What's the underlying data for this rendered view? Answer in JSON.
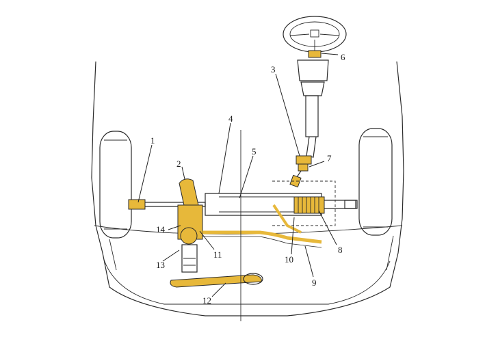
{
  "colors": {
    "highlight": "#e7b83a",
    "highlight_dark": "#c8951c",
    "line": "#2a2a2a",
    "background": "#ffffff"
  },
  "callouts": [
    {
      "id": "1",
      "label": "1"
    },
    {
      "id": "2",
      "label": "2"
    },
    {
      "id": "3",
      "label": "3"
    },
    {
      "id": "4",
      "label": "4"
    },
    {
      "id": "5",
      "label": "5"
    },
    {
      "id": "6",
      "label": "6"
    },
    {
      "id": "7",
      "label": "7"
    },
    {
      "id": "8",
      "label": "8"
    },
    {
      "id": "9",
      "label": "9"
    },
    {
      "id": "10",
      "label": "10"
    },
    {
      "id": "11",
      "label": "11"
    },
    {
      "id": "12",
      "label": "12"
    },
    {
      "id": "13",
      "label": "13"
    },
    {
      "id": "14",
      "label": "14"
    }
  ]
}
